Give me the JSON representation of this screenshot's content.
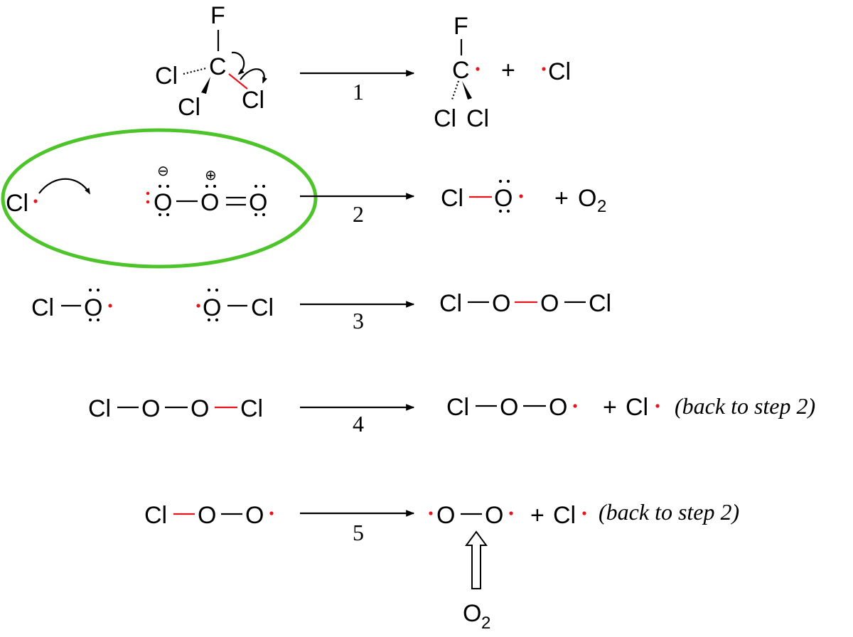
{
  "colors": {
    "ink": "#000000",
    "radical_dot": "#e8141c",
    "breaking_bond": "#e8141c",
    "highlight_ellipse": "#4ec42b"
  },
  "atoms": {
    "F": "F",
    "C": "C",
    "Cl": "Cl",
    "O": "O",
    "O2": "O",
    "O2_sub": "2"
  },
  "symbols": {
    "plus": "+",
    "minus_charge": "⊖",
    "plus_charge": "⊕"
  },
  "steps": [
    {
      "number": "1",
      "note": ""
    },
    {
      "number": "2",
      "note": ""
    },
    {
      "number": "3",
      "note": ""
    },
    {
      "number": "4",
      "note": "(back to step 2)"
    },
    {
      "number": "5",
      "note": "(back to step 2)"
    }
  ],
  "icons": [
    "curved-arrow-icon",
    "reaction-arrow-icon",
    "hollow-arrow-icon",
    "radical-dot-icon",
    "highlight-ellipse-icon"
  ]
}
